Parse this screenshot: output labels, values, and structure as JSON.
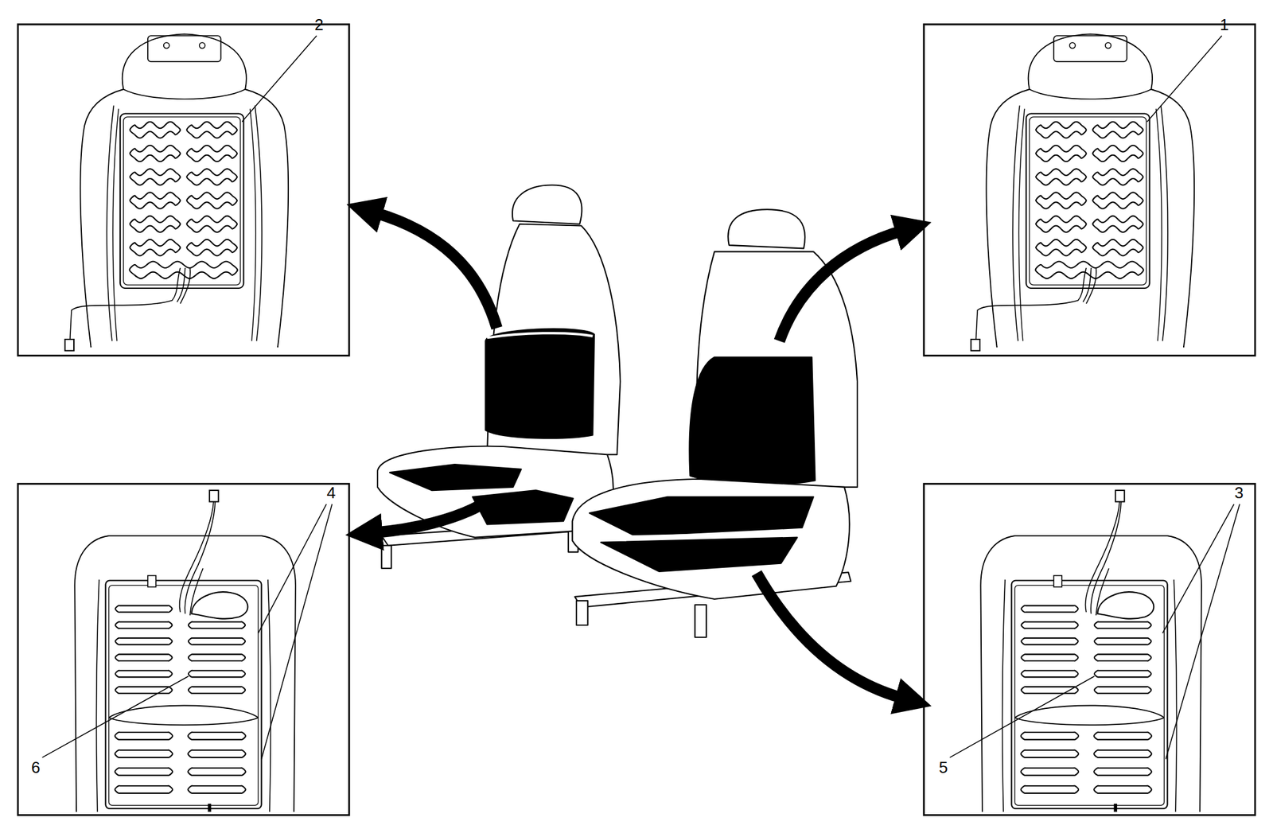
{
  "diagram": {
    "labels": [
      "2",
      "1",
      "4",
      "6",
      "3",
      "5"
    ]
  }
}
